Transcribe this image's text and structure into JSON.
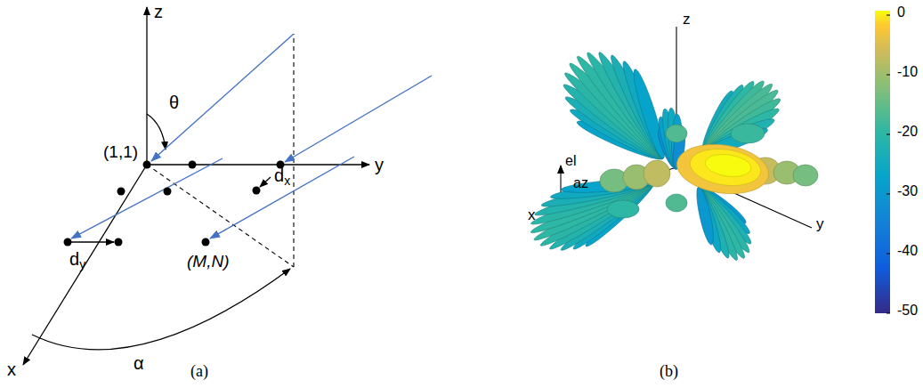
{
  "diagram": {
    "labels": [
      "z",
      "θ",
      "(1,1)",
      "y",
      "dx",
      "x",
      "dy",
      "(M,N)",
      "α",
      "(a)",
      "z",
      "el",
      "x",
      "az",
      "y",
      "(b)",
      "0",
      "-10",
      "-20",
      "-30",
      "-40",
      "-50"
    ]
  }
}
